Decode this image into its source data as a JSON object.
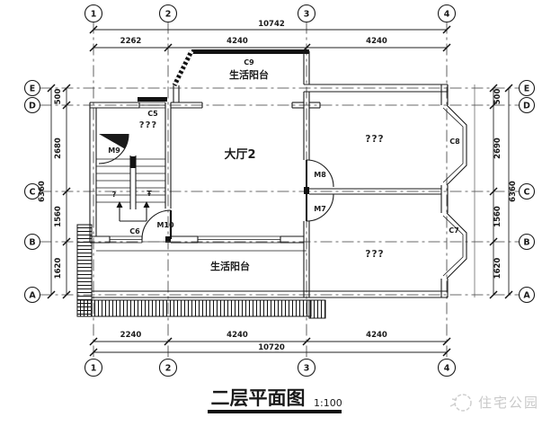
{
  "title": {
    "text": "二层平面图",
    "scale": "1:100"
  },
  "watermark": {
    "text": "住宅公园"
  },
  "grid": {
    "cols": [
      "1",
      "2",
      "3",
      "4"
    ],
    "rows": [
      "E",
      "D",
      "C",
      "B",
      "A"
    ]
  },
  "dims": {
    "top": {
      "total": "10742",
      "segs": [
        "2262",
        "4240",
        "4240"
      ]
    },
    "bottom": {
      "total": "10720",
      "segs": [
        "2240",
        "4240",
        "4240"
      ]
    },
    "left": {
      "total": "6360",
      "segs": [
        "500",
        "2680",
        "1560",
        "1620"
      ]
    },
    "right": {
      "total": "6360",
      "segs": [
        "500",
        "2690",
        "1560",
        "1620"
      ]
    }
  },
  "rooms": {
    "hall": "大厅2",
    "stair_room": "???",
    "bedroom_upper": "???",
    "bedroom_lower": "???",
    "balcony_top": "生活阳台",
    "balcony_bottom": "生活阳台"
  },
  "windows": {
    "c5": "C5",
    "c6": "C6",
    "c7": "C7",
    "c8": "C8",
    "c9": "C9"
  },
  "doors": {
    "m7": "M7",
    "m8": "M8",
    "m9": "M9",
    "m10": "M10"
  },
  "stairs": {
    "mark_left": "?",
    "mark_right": "Ŧ"
  }
}
